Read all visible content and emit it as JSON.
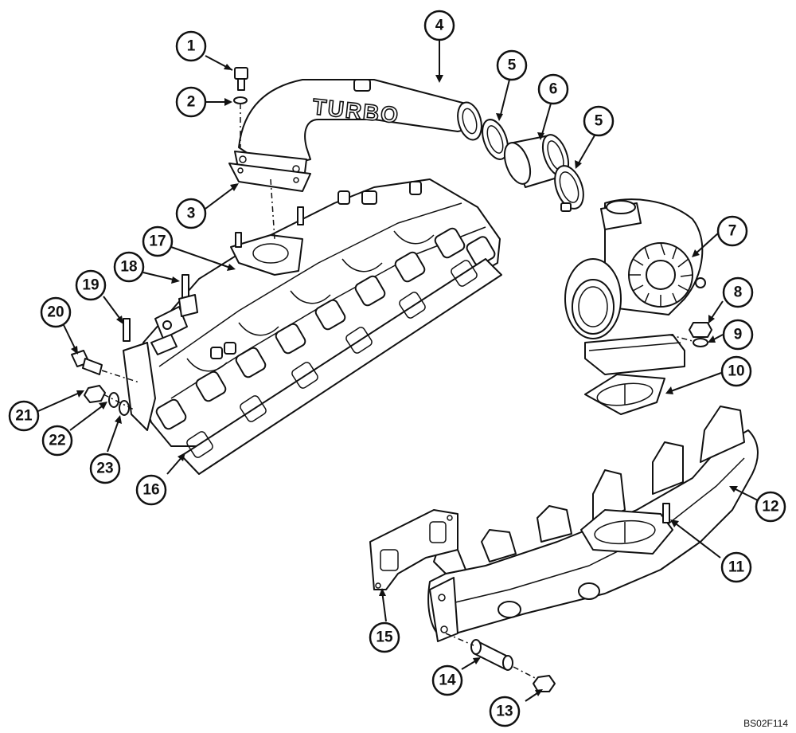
{
  "drawing_code": "BS02F114",
  "embossed_text": "TURBO",
  "callouts": [
    {
      "id": "c1",
      "label": "1",
      "target": "bolt"
    },
    {
      "id": "c2",
      "label": "2",
      "target": "washer"
    },
    {
      "id": "c3",
      "label": "3",
      "target": "gasket"
    },
    {
      "id": "c4",
      "label": "4",
      "target": "turbo-tube"
    },
    {
      "id": "c5a",
      "label": "5",
      "target": "clamp"
    },
    {
      "id": "c6",
      "label": "6",
      "target": "hose"
    },
    {
      "id": "c5b",
      "label": "5",
      "target": "clamp"
    },
    {
      "id": "c7",
      "label": "7",
      "target": "turbocharger"
    },
    {
      "id": "c8",
      "label": "8",
      "target": "nut"
    },
    {
      "id": "c9",
      "label": "9",
      "target": "washer"
    },
    {
      "id": "c10",
      "label": "10",
      "target": "gasket"
    },
    {
      "id": "c11",
      "label": "11",
      "target": "stud"
    },
    {
      "id": "c12",
      "label": "12",
      "target": "exhaust-manifold"
    },
    {
      "id": "c13",
      "label": "13",
      "target": "nut"
    },
    {
      "id": "c14",
      "label": "14",
      "target": "spacer"
    },
    {
      "id": "c15",
      "label": "15",
      "target": "gasket"
    },
    {
      "id": "c16",
      "label": "16",
      "target": "gasket"
    },
    {
      "id": "c17",
      "label": "17",
      "target": "gasket"
    },
    {
      "id": "c18",
      "label": "18",
      "target": "stud"
    },
    {
      "id": "c19",
      "label": "19",
      "target": "stud"
    },
    {
      "id": "c20",
      "label": "20",
      "target": "fitting"
    },
    {
      "id": "c21",
      "label": "21",
      "target": "nut"
    },
    {
      "id": "c22",
      "label": "22",
      "target": "washer"
    },
    {
      "id": "c23",
      "label": "23",
      "target": "washer"
    }
  ]
}
